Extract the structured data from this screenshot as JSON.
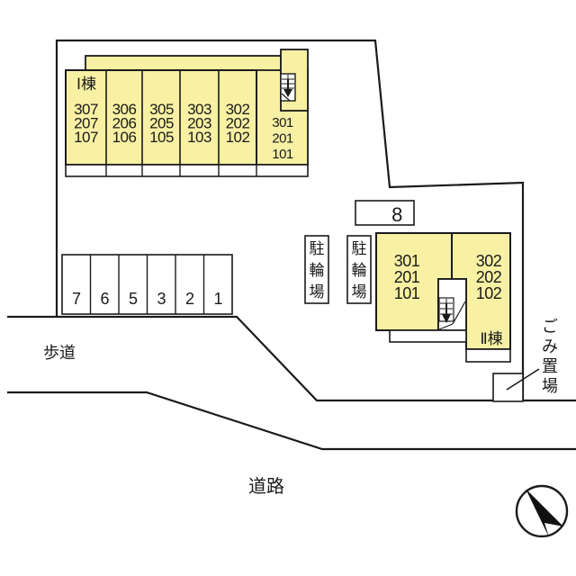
{
  "colors": {
    "building_fill": "#f8f1a4",
    "outline": "#1a1a1a",
    "background": "#ffffff"
  },
  "building1": {
    "name": "Ⅰ棟",
    "stack_labels": [
      [
        "307",
        "207",
        "107"
      ],
      [
        "306",
        "206",
        "106"
      ],
      [
        "305",
        "205",
        "105"
      ],
      [
        "303",
        "203",
        "103"
      ],
      [
        "302",
        "202",
        "102"
      ],
      [
        "301",
        "201",
        "101"
      ]
    ]
  },
  "building2": {
    "name": "Ⅱ棟",
    "left_stack": [
      "301",
      "201",
      "101"
    ],
    "right_stack": [
      "302",
      "202",
      "102"
    ]
  },
  "parking": {
    "row_spaces": [
      "7",
      "6",
      "5",
      "3",
      "2",
      "1"
    ],
    "single_space": "8"
  },
  "bicycle_parking": {
    "label": "駐輪場",
    "chars": [
      "駐",
      "輪",
      "場"
    ]
  },
  "garbage": {
    "label": "ごみ置場",
    "chars": [
      "ご",
      "み",
      "置",
      "場"
    ]
  },
  "labels": {
    "sidewalk": "歩道",
    "road": "道路"
  },
  "icons": {
    "stairs": "stairs-down-arrow-icon",
    "compass": "north-arrow-compass-icon"
  }
}
